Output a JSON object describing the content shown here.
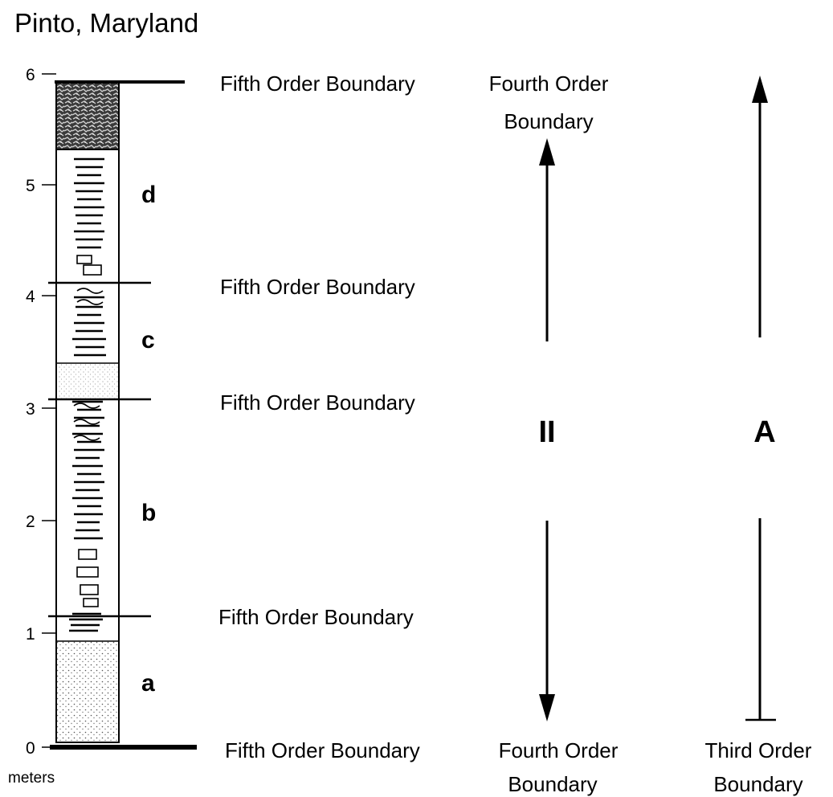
{
  "title": "Pinto, Maryland",
  "axis": {
    "unit_label": "meters",
    "ticks": [
      "0",
      "1",
      "2",
      "3",
      "4",
      "5",
      "6"
    ]
  },
  "units": [
    "a",
    "b",
    "c",
    "d"
  ],
  "fifth_order_label": "Fifth Order Boundary",
  "fourth_order": {
    "top_label": [
      "Fourth Order",
      "Boundary"
    ],
    "bottom_label": [
      "Fourth Order",
      "Boundary"
    ],
    "sequence_label": "II"
  },
  "third_order": {
    "bottom_label": [
      "Third Order",
      "Boundary"
    ],
    "sequence_label": "A"
  }
}
